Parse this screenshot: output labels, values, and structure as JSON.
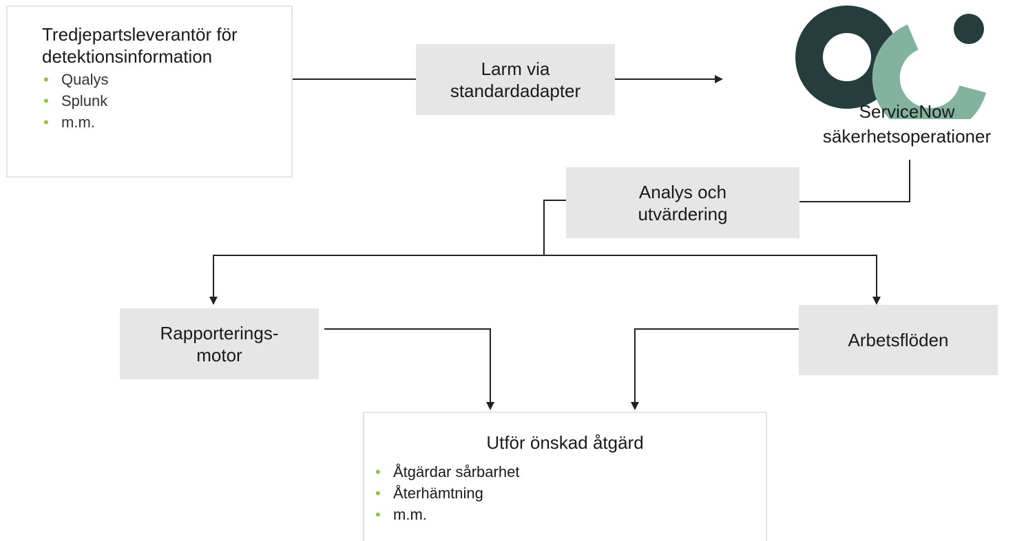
{
  "diagram": {
    "source": {
      "title": "Tredjepartsleverantör för detektionsinformation",
      "items": [
        "Qualys",
        "Splunk",
        "m.m."
      ]
    },
    "alarm": {
      "line1": "Larm via",
      "line2": "standardadapter"
    },
    "servicenow": {
      "line1": "ServiceNow",
      "line2": "säkerhetsoperationer"
    },
    "analysis": {
      "line1": "Analys och",
      "line2": "utvärdering"
    },
    "reporting": {
      "line1": "Rapporterings-",
      "line2": "motor"
    },
    "workflows": {
      "label": "Arbetsflöden"
    },
    "action": {
      "title": "Utför önskad åtgärd",
      "items": [
        "Åtgärdar sårbarhet",
        "Återhämtning",
        "m.m."
      ]
    }
  },
  "colors": {
    "logo_dark": "#263d3e",
    "logo_green": "#81b39e",
    "bullet_green": "#8cc63f",
    "box_grey": "#e6e6e6",
    "line": "#222222"
  },
  "icons": {
    "logo": "servicenow-logo"
  }
}
